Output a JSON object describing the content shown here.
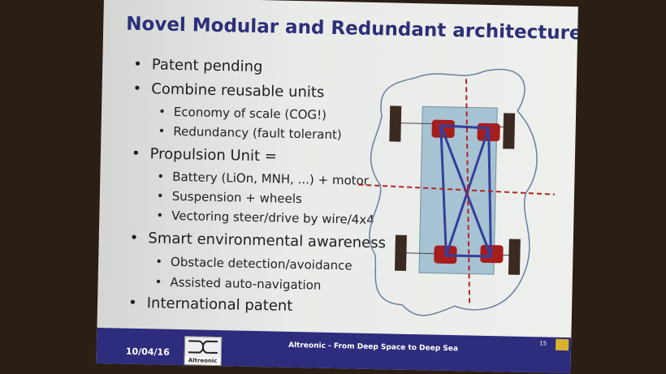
{
  "slide": {
    "title": "Novel Modular and Redundant architecture",
    "bullets": [
      {
        "text": "Patent pending",
        "sub": []
      },
      {
        "text": "Combine reusable units",
        "sub": [
          "Economy of scale (COG!)",
          "Redundancy (fault tolerant)"
        ]
      },
      {
        "text": "Propulsion Unit =",
        "sub": [
          "Battery (LiOn, MNH, ...) + motor",
          "Suspension + wheels",
          "Vectoring steer/drive by wire/4x4"
        ]
      },
      {
        "text": "Smart environmental awareness",
        "sub": [
          "Obstacle detection/avoidance",
          "Assisted auto-navigation"
        ]
      },
      {
        "text": "International patent",
        "sub": []
      }
    ],
    "footer": {
      "date": "10/04/16",
      "logo_text": "Altreonic",
      "tagline": "Altreonic - From Deep Space to Deep Sea",
      "page": "15"
    }
  },
  "colors": {
    "title": "#2c2f78",
    "footer": "#2e2c7c",
    "accent": "#d8b22a",
    "unit": "#a61d1d"
  }
}
